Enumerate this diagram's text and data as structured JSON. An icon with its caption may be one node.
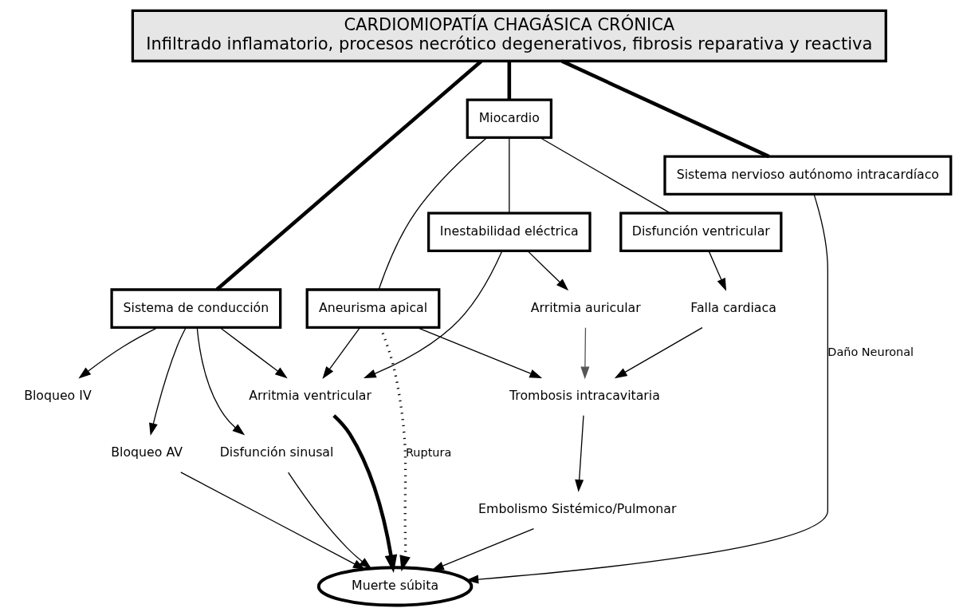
{
  "diagram": {
    "nodes": [
      {
        "text": [
          "CARDIOMIOPATÍA CHAGÁSICA CRÓNICA",
          "Infiltrado inflamatorio, procesos necrótico degenerativos, fibrosis reparativa y reactiva"
        ]
      },
      {
        "text": [
          "Sistema de conducción"
        ]
      },
      {
        "text": [
          "Miocardio"
        ]
      },
      {
        "text": [
          "Inestabilidad eléctrica"
        ]
      },
      {
        "text": [
          "Disfunción ventricular"
        ]
      },
      {
        "text": [
          "Bloqueo IV"
        ]
      },
      {
        "text": [
          "Bloqueo AV"
        ]
      },
      {
        "text": [
          "Disfunción sinusal"
        ]
      },
      {
        "text": [
          "Arritmia ventricular"
        ]
      },
      {
        "text": [
          "Arritmia auricular"
        ]
      },
      {
        "text": [
          "Falla cardiaca"
        ]
      },
      {
        "text": [
          "Trombosis intracavitaria"
        ]
      },
      {
        "text": [
          "Muerte súbita"
        ]
      },
      {
        "text": [
          "Aneurisma apical"
        ]
      },
      {
        "text": [
          "Sistema nervioso autónomo intracardíaco"
        ]
      },
      {
        "text": [
          "Embolismo Sistémico/Pulmonar"
        ]
      }
    ],
    "edges": [
      {
        "from": 0,
        "to": 1,
        "arrow": "none",
        "style": "thick"
      },
      {
        "from": 0,
        "to": 2,
        "arrow": "none",
        "style": "thick"
      },
      {
        "from": 0,
        "to": 14,
        "arrow": "none",
        "style": "thick"
      },
      {
        "from": 1,
        "to": 5,
        "arrow": "to"
      },
      {
        "from": 1,
        "to": 6,
        "arrow": "to"
      },
      {
        "from": 1,
        "to": 7,
        "arrow": "to"
      },
      {
        "from": 1,
        "to": 8,
        "arrow": "to"
      },
      {
        "from": 2,
        "to": 3,
        "arrow": "none"
      },
      {
        "from": 2,
        "to": 4,
        "arrow": "none"
      },
      {
        "from": 2,
        "to": 13,
        "arrow": "none"
      },
      {
        "from": 3,
        "to": 8,
        "arrow": "to"
      },
      {
        "from": 3,
        "to": 9,
        "arrow": "to"
      },
      {
        "from": 4,
        "to": 10,
        "arrow": "to"
      },
      {
        "from": 10,
        "to": 11,
        "arrow": "to"
      },
      {
        "from": 9,
        "to": 11,
        "arrow": "to",
        "color": "#555555"
      },
      {
        "from": 6,
        "to": 12,
        "arrow": "to"
      },
      {
        "from": 7,
        "to": 12,
        "arrow": "to"
      },
      {
        "from": 8,
        "to": 12,
        "arrow": "to",
        "style": "thick"
      },
      {
        "from": 13,
        "to": 8,
        "arrow": "to"
      },
      {
        "from": 13,
        "to": 11,
        "arrow": "to"
      },
      {
        "from": 13,
        "to": 12,
        "arrow": "to",
        "style": "dashed",
        "label": "Ruptura"
      },
      {
        "from": 14,
        "to": 12,
        "arrow": "to",
        "label": "Daño Neuronal"
      },
      {
        "from": 15,
        "to": 12,
        "arrow": "to"
      },
      {
        "from": 11,
        "to": 15,
        "arrow": "to"
      }
    ]
  }
}
